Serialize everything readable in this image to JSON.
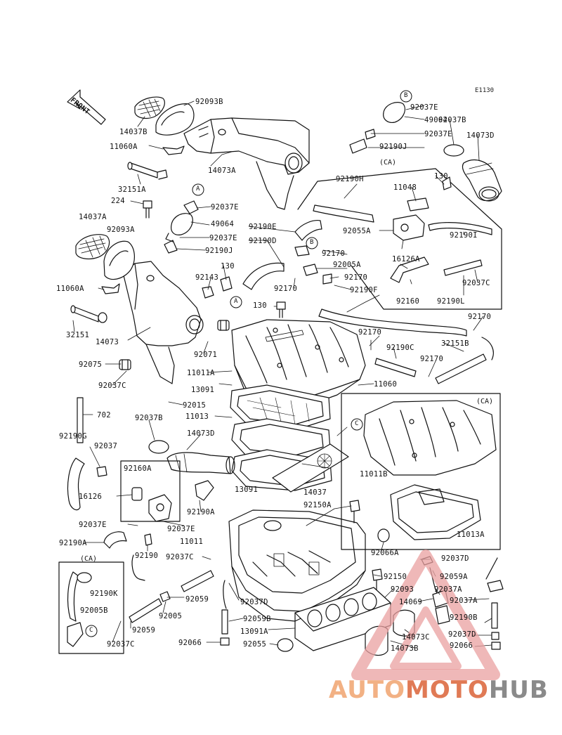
{
  "diagram_code": "E1130",
  "front_label": "FRONT",
  "ca_label": "(CA)",
  "callouts": [
    "A",
    "B",
    "C"
  ],
  "watermark": {
    "part1": "AUTO",
    "part2": "MOTO",
    "part3": "HUB",
    "colors": {
      "auto": "#f2b184",
      "moto": "#e07a55",
      "hub": "#8a8a8a",
      "triangle": "#e9a0a0"
    }
  },
  "labels": {
    "p92093B": "92093B",
    "p14037B": "14037B",
    "p11060A_t": "11060A",
    "p14073A": "14073A",
    "p32151A": "32151A",
    "p224": "224",
    "p92037E_a": "92037E",
    "p14037A": "14037A",
    "p92093A": "92093A",
    "p49064_a": "49064",
    "p92037E_b": "92037E",
    "p92190J": "92190J",
    "p92190E": "92190E",
    "p92190D": "92190D",
    "p130_a": "130",
    "p92143": "92143",
    "p11060A_m": "11060A",
    "p32151": "32151",
    "p14073": "14073",
    "p92071": "92071",
    "p92075": "92075",
    "p92037C_a": "92037C",
    "p92015": "92015",
    "p702": "702",
    "p92037B_l": "92037B",
    "p14073D_l": "14073D",
    "p92190G": "92190G",
    "p92037_l": "92037",
    "p92160A": "92160A",
    "p16126": "16126",
    "p92190A_m": "92190A",
    "p92037E_c": "92037E",
    "p92037E_d": "92037E",
    "p92190A_l": "92190A",
    "p92190": "92190",
    "p92037C_b": "92037C",
    "p92059_a": "92059",
    "p92005": "92005",
    "p92059_b": "92059",
    "p92037C_c": "92037C",
    "p92190K": "92190K",
    "p92005B": "92005B",
    "p92066_a": "92066",
    "p92037D_a": "92037D",
    "p92059B": "92059B",
    "p13091A": "13091A",
    "p92055": "92055",
    "p92037E_t": "92037E",
    "p49064_t": "49064",
    "p92037E_t2": "92037E",
    "p92190J_t": "92190J",
    "p92037B_t": "92037B",
    "p14073D_t": "14073D",
    "p92190H": "92190H",
    "p11048": "11048",
    "p130_t": "130",
    "p92055A": "92055A",
    "p92190I": "92190I",
    "p16126A": "16126A",
    "p92037C_r": "92037C",
    "p92160": "92160",
    "p92190L": "92190L",
    "p92170_a": "92170",
    "p92005A": "92005A",
    "p92170_b": "92170",
    "p92190F": "92190F",
    "p92170_c": "92170",
    "p92170_d": "92170",
    "p92190C": "92190C",
    "p32151B": "32151B",
    "p92170_e": "92170",
    "p130_m": "130",
    "p11011A": "11011A",
    "p11060": "11060",
    "p13091": "13091",
    "p11013": "11013",
    "p14073D_m": "14073D",
    "p13091_b": "13091",
    "p14037": "14037",
    "p92150A": "92150A",
    "p11011B": "11011B",
    "p11013A": "11013A",
    "p11011": "11011",
    "p92066A": "92066A",
    "p92150": "92150",
    "p92093": "92093",
    "p14069": "14069",
    "p14073C": "14073C",
    "p14073B": "14073B",
    "p92037D_r": "92037D",
    "p92059A": "92059A",
    "p92037A_a": "92037A",
    "p92037A_b": "92037A",
    "p92190B": "92190B",
    "p92037D_b": "92037D",
    "p92066_b": "92066"
  }
}
